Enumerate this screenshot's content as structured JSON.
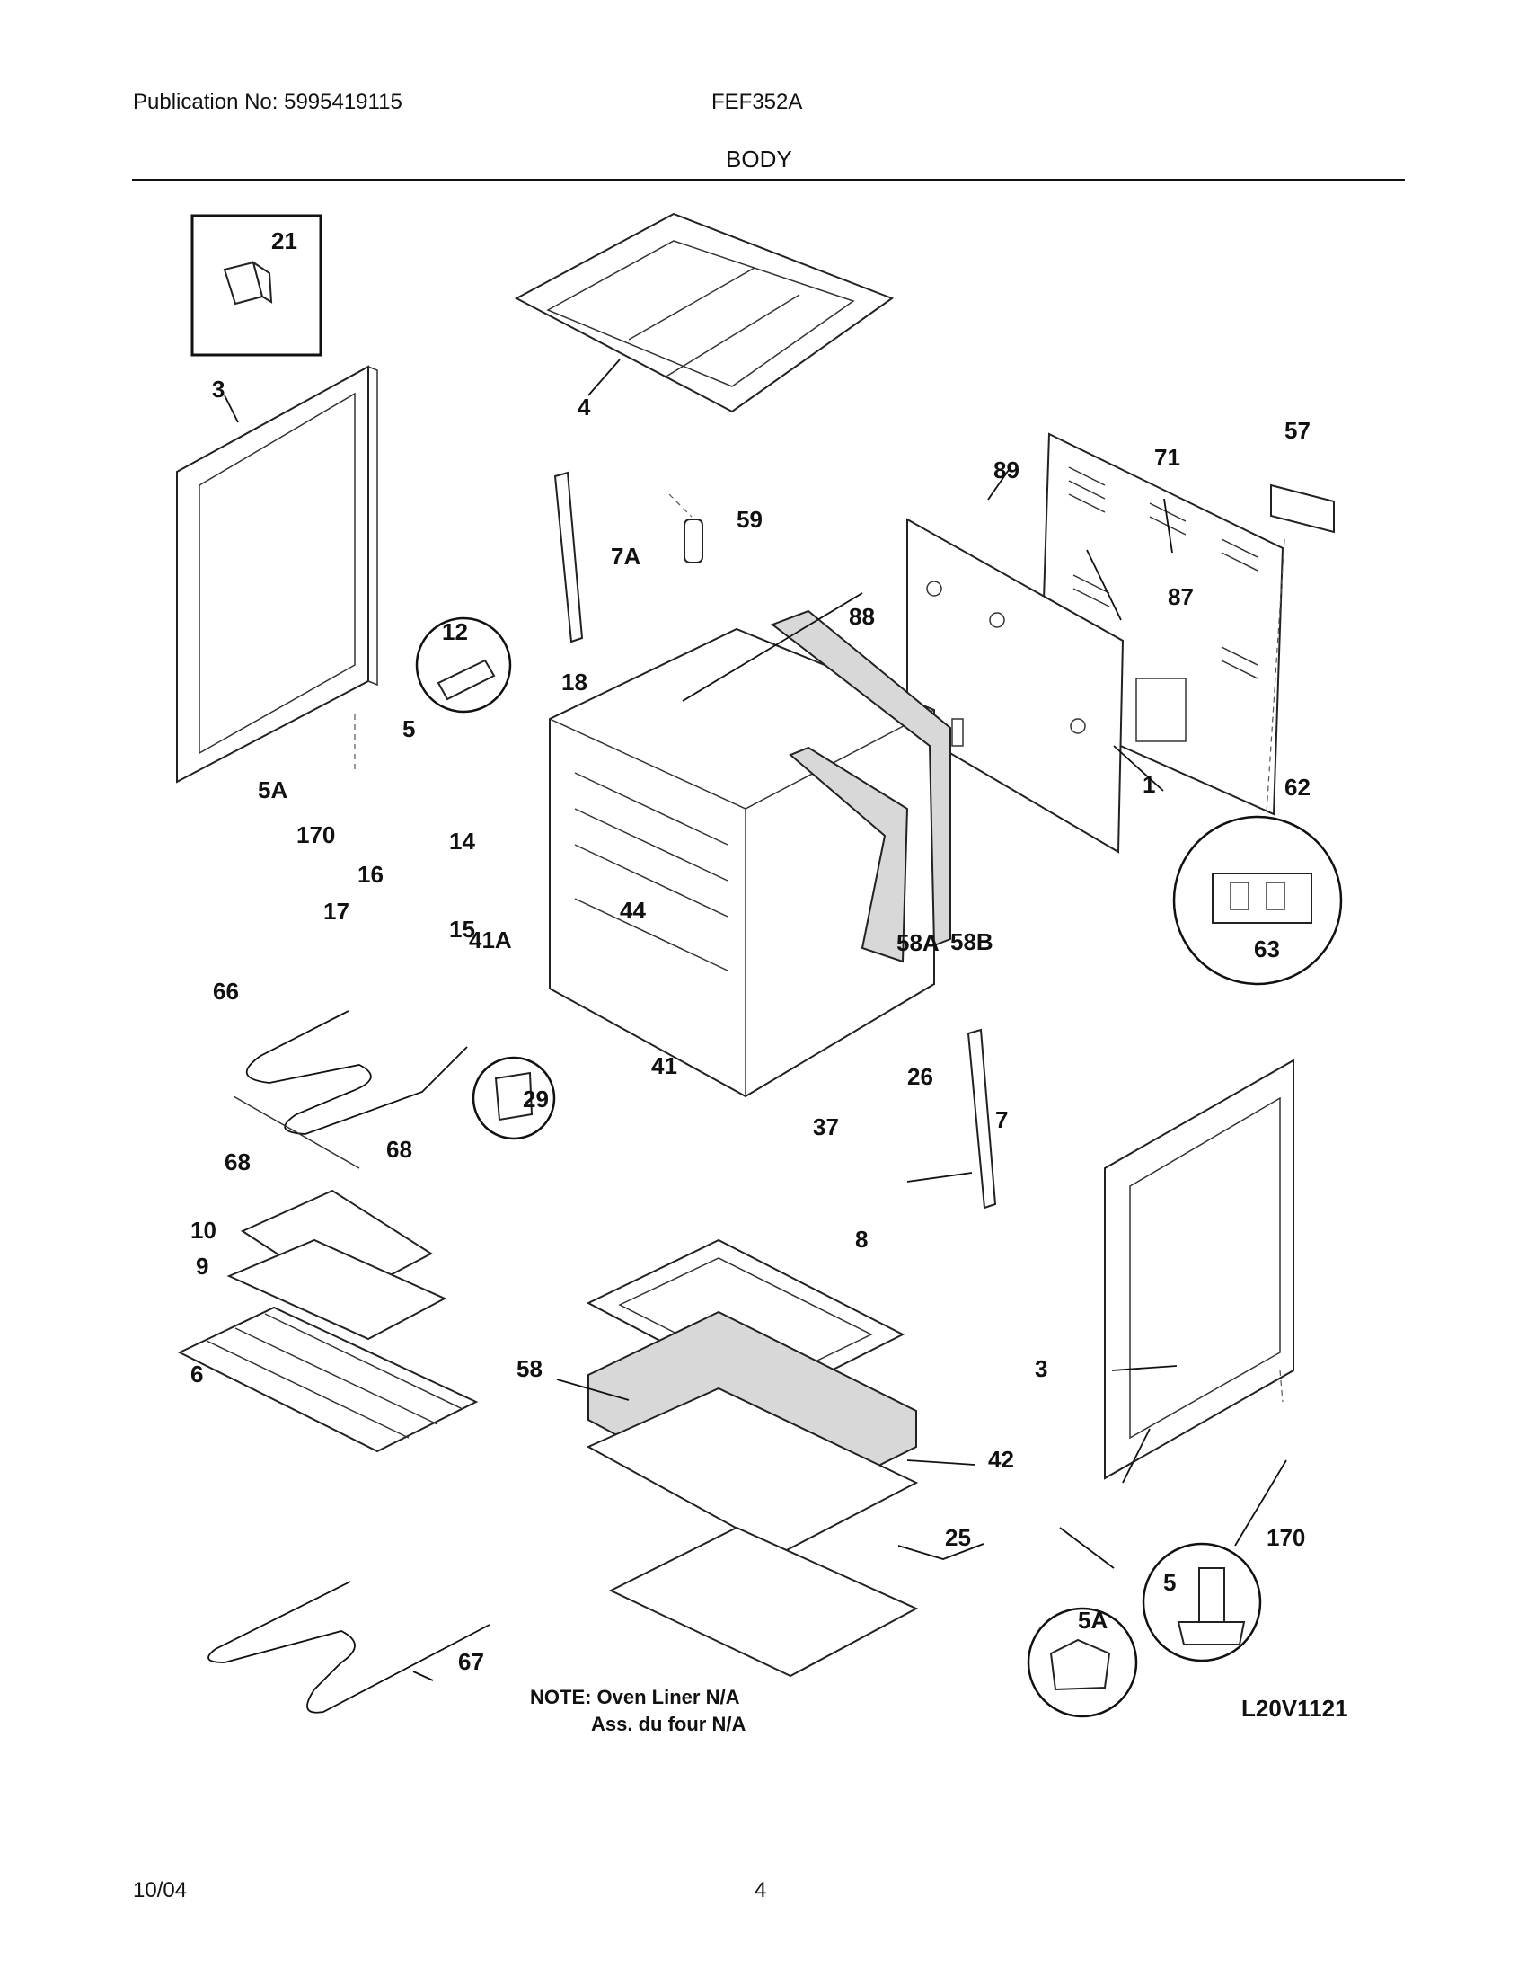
{
  "header": {
    "publication": "Publication No: 5995419115",
    "model": "FEF352A",
    "section_title": "BODY"
  },
  "note": {
    "line1": "NOTE: Oven Liner N/A",
    "line2": "Ass. du four N/A"
  },
  "figure_code": "L20V1121",
  "footer": {
    "date": "10/04",
    "page": "4"
  },
  "part_labels": [
    "21",
    "3",
    "4",
    "57",
    "71",
    "89",
    "59",
    "7A",
    "87",
    "88",
    "12",
    "18",
    "5",
    "1",
    "5A",
    "62",
    "170",
    "14",
    "16",
    "17",
    "15",
    "44",
    "41A",
    "58A",
    "58B",
    "66",
    "41",
    "26",
    "29",
    "63",
    "68",
    "68",
    "37",
    "7",
    "3",
    "10",
    "8",
    "9",
    "6",
    "58",
    "42",
    "25",
    "170",
    "5",
    "5A",
    "67"
  ]
}
